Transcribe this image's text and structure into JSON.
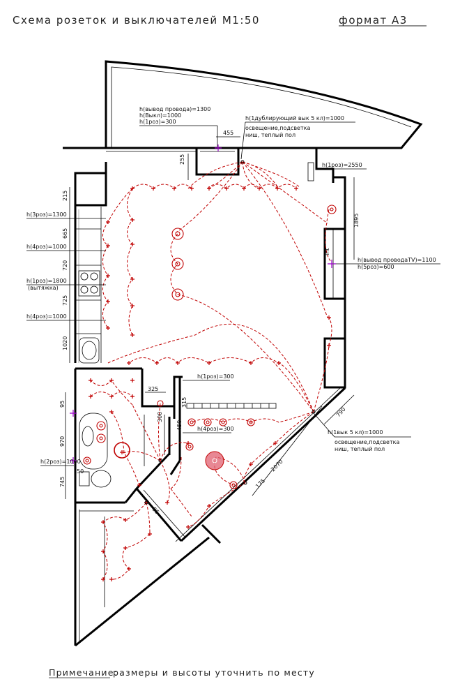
{
  "title": {
    "main": "Схема розеток и выключателей М1:50",
    "format": "формат А3"
  },
  "note": {
    "label": "Примечание:",
    "text": "размеры и высоты уточнить по месту"
  },
  "callouts": {
    "top_left": [
      "h(вывод провода)=1300",
      "h(Выкл)=1000",
      "h(1роз)=300"
    ],
    "top_right": [
      "h(1дублирующий вык 5 кл)=1000",
      "освещение,подсветка",
      "ниш, теплый пол"
    ],
    "right_top": "h(1роз)=2550",
    "right_tv": [
      "h(вывод проводаTV)=1100",
      "h(5роз)=600"
    ],
    "right_bottom": [
      "h(1вык 5 кл)=1000",
      "освещение,подсветка",
      "ниш, теплый пол"
    ],
    "left": [
      "h(3роз)=1300",
      "h(4роз)=1000",
      "h(1роз)=1800",
      "(вытяжка)",
      "h(4роз)=1000",
      "h(2роз)=1000"
    ],
    "center_1": "h(1роз)=300",
    "center_2": "h(4роз)=300"
  },
  "dimensions": {
    "top": "455",
    "box": "255",
    "right": "1895",
    "left_stack": [
      "215",
      "665",
      "720",
      "725",
      "1020"
    ],
    "bath": [
      "95",
      "970",
      "745",
      "50"
    ],
    "corridor": [
      "325",
      "315",
      "300",
      "450"
    ],
    "diag": [
      "790",
      "2070",
      "175"
    ],
    "small": "95"
  },
  "symbols": {
    "tv": "Int"
  }
}
